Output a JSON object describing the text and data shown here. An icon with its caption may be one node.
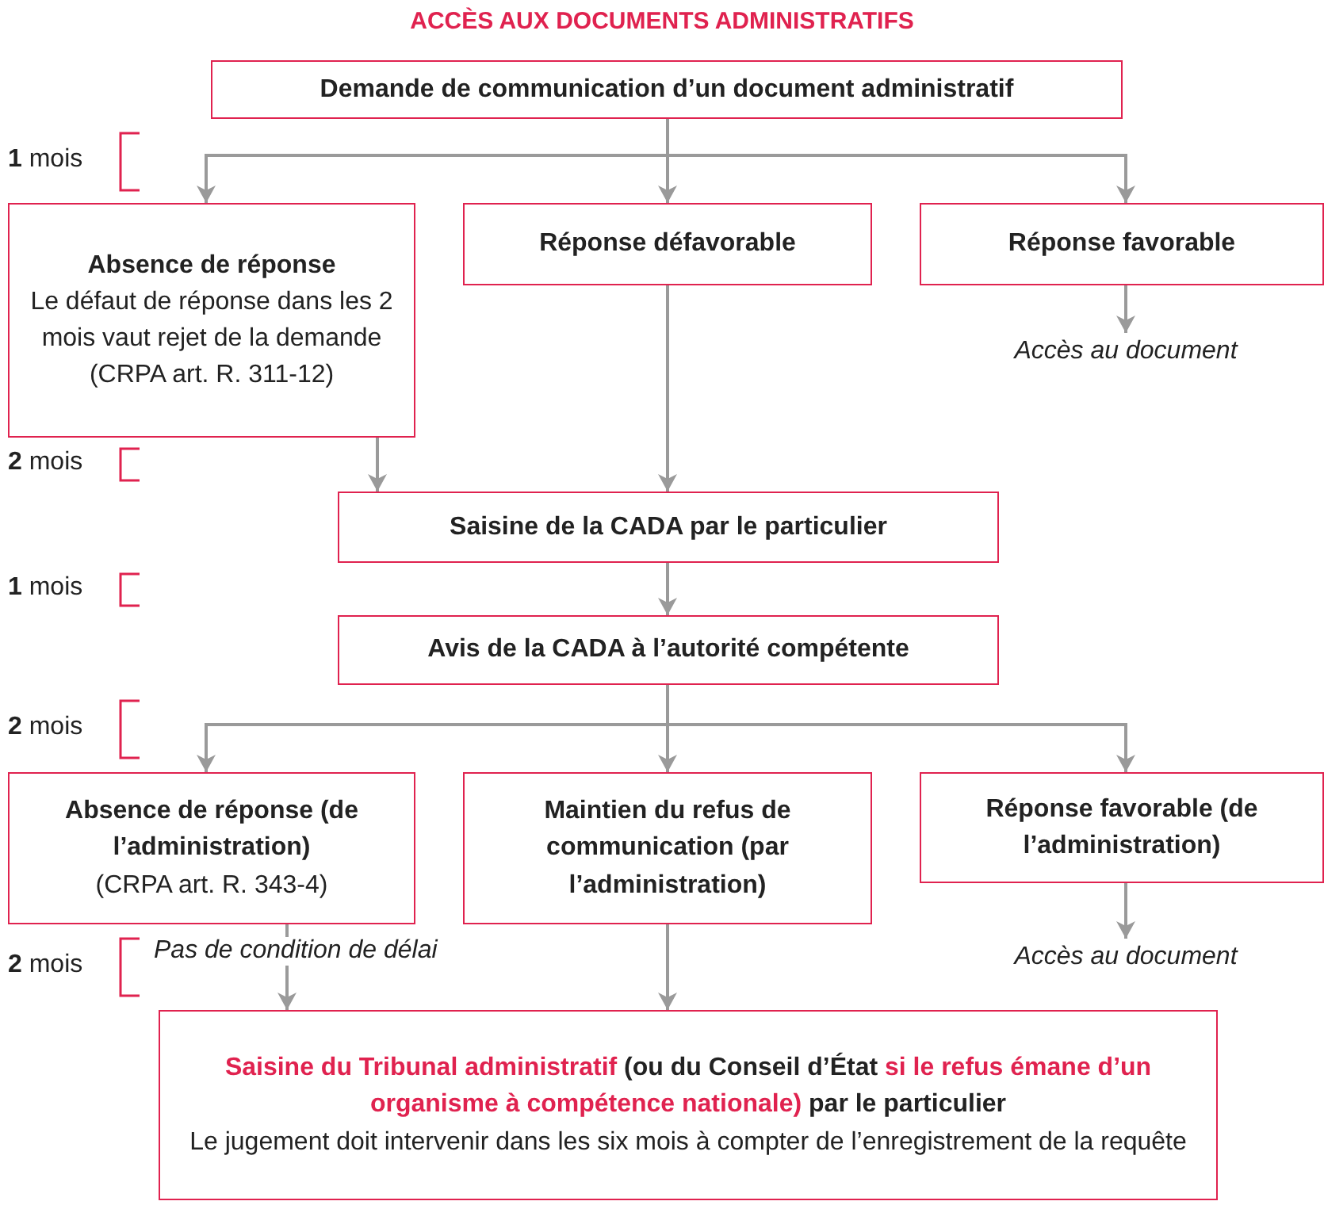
{
  "diagram": {
    "title": "ACCÈS AUX DOCUMENTS ADMINISTRATIFS",
    "nodes": [
      {
        "text": [
          "Demande de communication d’un document administratif"
        ]
      },
      {
        "text": [
          "Absence de réponse",
          "Le défaut de réponse dans les 2 mois vaut rejet de la demande (CRPA art. R. 311-12)"
        ]
      },
      {
        "text": [
          "Réponse défavorable"
        ]
      },
      {
        "text": [
          "Réponse favorable"
        ]
      },
      {
        "text": [
          "Accès au document"
        ]
      },
      {
        "text": [
          "Saisine de la CADA par le particulier"
        ]
      },
      {
        "text": [
          "Avis de la CADA à l’autorité compétente"
        ]
      },
      {
        "text": [
          "Absence de réponse (de l’administration)",
          "(CRPA art. R. 343-4)"
        ]
      },
      {
        "text": [
          "Maintien du refus de communication (par l’administration)"
        ]
      },
      {
        "text": [
          "Réponse favorable (de l’administration)"
        ]
      },
      {
        "text": [
          "Accès au document"
        ]
      },
      {
        "text": [
          "Saisine du Tribunal administratif",
          "(ou du Conseil d’État",
          "si le refus émane d’un organisme à compétence nationale)",
          "par le particulier",
          "Le jugement doit intervenir dans les six mois à compter de l’enregistrement de la requête"
        ]
      }
    ],
    "edges": [
      {
        "from": 0,
        "to": 1,
        "arrow": "to"
      },
      {
        "from": 0,
        "to": 2,
        "arrow": "to"
      },
      {
        "from": 0,
        "to": 3,
        "arrow": "to"
      },
      {
        "from": 3,
        "to": 4,
        "arrow": "to"
      },
      {
        "from": 1,
        "to": 5,
        "arrow": "to"
      },
      {
        "from": 2,
        "to": 5,
        "arrow": "to"
      },
      {
        "from": 5,
        "to": 6,
        "arrow": "to"
      },
      {
        "from": 6,
        "to": 7,
        "arrow": "to"
      },
      {
        "from": 6,
        "to": 8,
        "arrow": "to"
      },
      {
        "from": 6,
        "to": 9,
        "arrow": "to"
      },
      {
        "from": 9,
        "to": 10,
        "arrow": "to"
      },
      {
        "from": 7,
        "to": 11,
        "arrow": "to",
        "label": "Pas de condition de délai"
      },
      {
        "from": 8,
        "to": 11,
        "arrow": "to"
      }
    ],
    "labels": [
      "**1** mois",
      "**2** mois",
      "**1** mois",
      "**2** mois",
      "**2** mois"
    ]
  }
}
